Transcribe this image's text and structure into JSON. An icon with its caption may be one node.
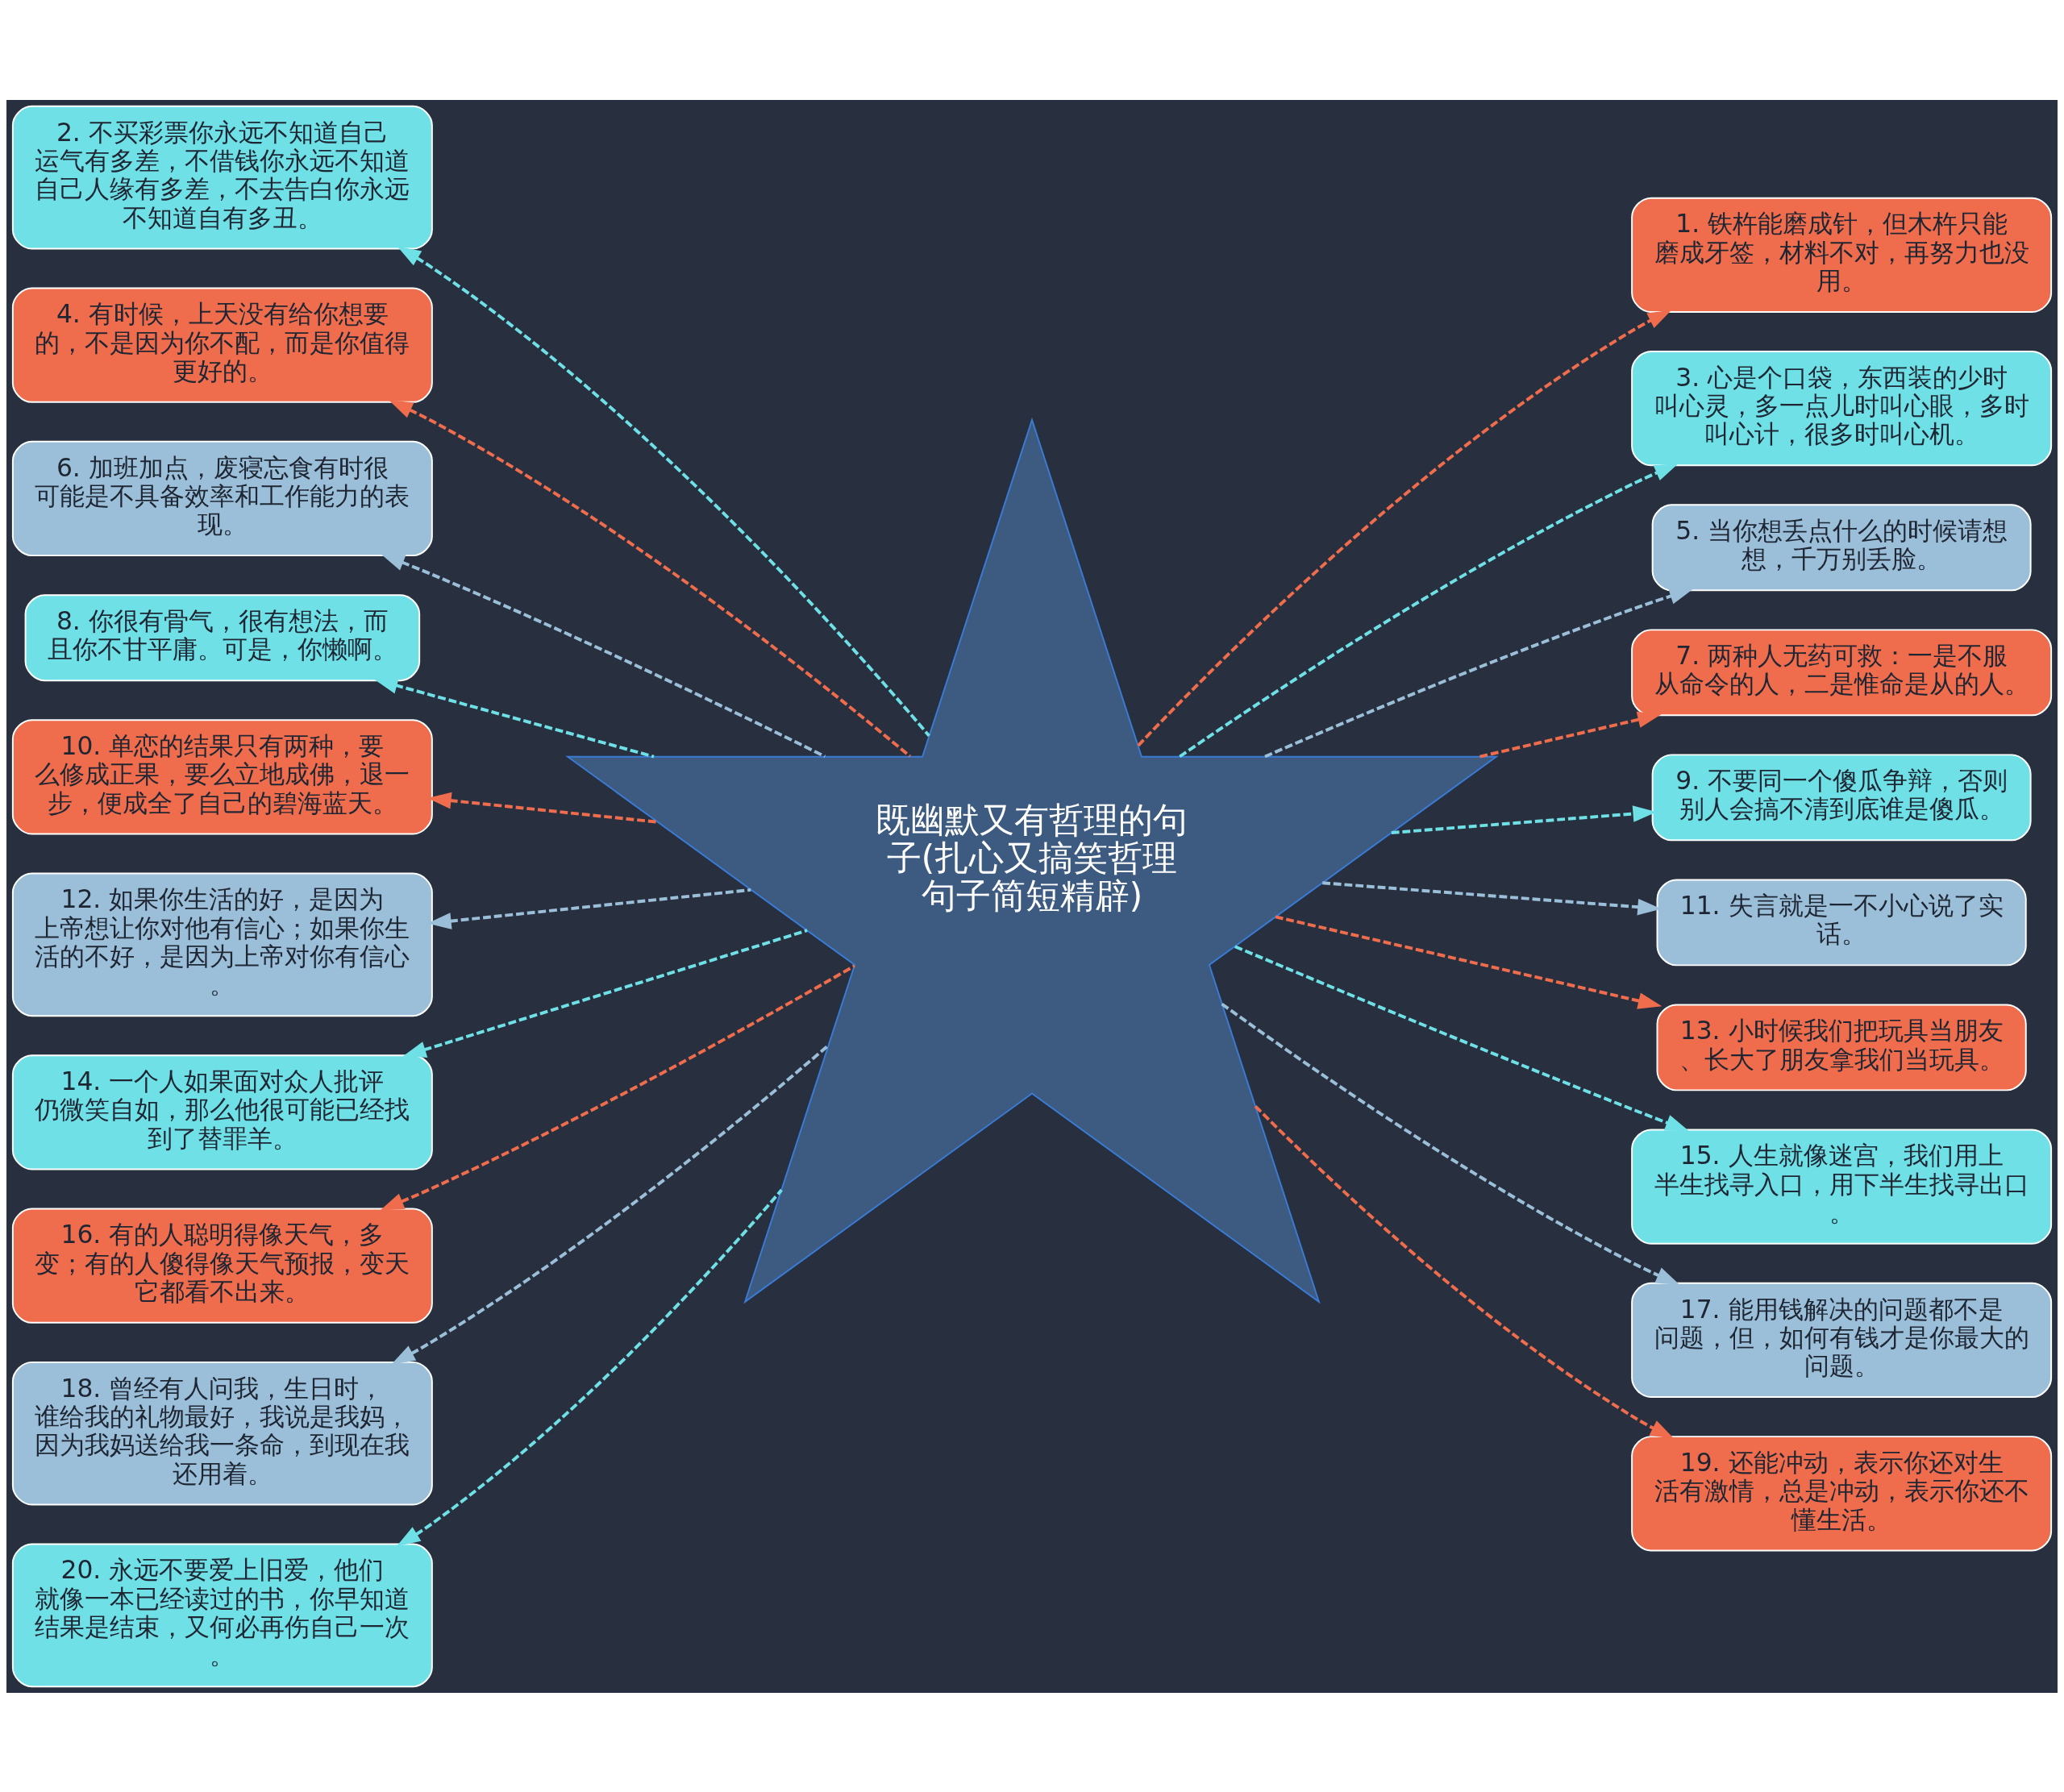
{
  "diagram": {
    "nodes": [
      {
        "text": [
          "既幽默又有哲理的句子(扎心又搞笑哲理句子简短精辟)"
        ]
      },
      {
        "text": [
          "2. 不买彩票你永远不知道自己运气有多差，不借钱你永远不知道自己人缘有多差，不去告白你永远不知道自有多丑。"
        ]
      },
      {
        "text": [
          "4. 有时候，上天没有给你想要的，不是因为你不配，而是你值得更好的。"
        ]
      },
      {
        "text": [
          "6. 加班加点，废寝忘食有时很可能是不具备效率和工作能力的表现。"
        ]
      },
      {
        "text": [
          "8. 你很有骨气，很有想法，而且你不甘平庸。可是，你懒啊。"
        ]
      },
      {
        "text": [
          "10. 单恋的结果只有两种，要么修成正果，要么立地成佛，退一步，便成全了自己的碧海蓝天。"
        ]
      },
      {
        "text": [
          "12. 如果你生活的好，是因为上帝想让你对他有信心；如果你生活的不好，是因为上帝对你有信心。"
        ]
      },
      {
        "text": [
          "14. 一个人如果面对众人批评仍微笑自如，那么他很可能已经找到了替罪羊。"
        ]
      },
      {
        "text": [
          "16. 有的人聪明得像天气，多变；有的人傻得像天气预报，变天它都看不出来。"
        ]
      },
      {
        "text": [
          "18. 曾经有人问我，生日时，谁给我的礼物最好，我说是我妈，因为我妈送给我一条命，到现在我还用着。"
        ]
      },
      {
        "text": [
          "20. 永远不要爱上旧爱，他们就像一本已经读过的书，你早知道结果是结束，又何必再伤自己一次。"
        ]
      },
      {
        "text": [
          "1. 铁杵能磨成针，但木杵只能磨成牙签，材料不对，再努力也没用。"
        ]
      },
      {
        "text": [
          "3. 心是个口袋，东西装的少时叫心灵，多一点儿时叫心眼，多时叫心计，很多时叫心机。"
        ]
      },
      {
        "text": [
          "5. 当你想丢点什么的时候请想想，千万别丢脸。"
        ]
      },
      {
        "text": [
          "7. 两种人无药可救：一是不服从命令的人，二是惟命是从的人。"
        ]
      },
      {
        "text": [
          "9. 不要同一个傻瓜争辩，否则别人会搞不清到底谁是傻瓜。"
        ]
      },
      {
        "text": [
          "11. 失言就是一不小心说了实话。"
        ]
      },
      {
        "text": [
          "13. 小时候我们把玩具当朋友、长大了朋友拿我们当玩具。"
        ]
      },
      {
        "text": [
          "15. 人生就像迷宫，我们用上半生找寻入口，用下半生找寻出口。"
        ]
      },
      {
        "text": [
          "17. 能用钱解决的问题都不是问题，但，如何有钱才是你最大的问题。"
        ]
      },
      {
        "text": [
          "19. 还能冲动，表示你还对生活有激情，总是冲动，表示你还不懂生活。"
        ]
      }
    ],
    "edges": [
      {
        "from": 0,
        "to": 1,
        "arrow": "to",
        "style": "dashed",
        "color": "#6ee0e6"
      },
      {
        "from": 0,
        "to": 2,
        "arrow": "to",
        "style": "dashed",
        "color": "#ef6c4d"
      },
      {
        "from": 0,
        "to": 3,
        "arrow": "to",
        "style": "dashed",
        "color": "#9bbfd8"
      },
      {
        "from": 0,
        "to": 4,
        "arrow": "to",
        "style": "dashed",
        "color": "#6ee0e6"
      },
      {
        "from": 0,
        "to": 5,
        "arrow": "to",
        "style": "dashed",
        "color": "#ef6c4d"
      },
      {
        "from": 0,
        "to": 6,
        "arrow": "to",
        "style": "dashed",
        "color": "#9bbfd8"
      },
      {
        "from": 0,
        "to": 7,
        "arrow": "to",
        "style": "dashed",
        "color": "#6ee0e6"
      },
      {
        "from": 0,
        "to": 8,
        "arrow": "to",
        "style": "dashed",
        "color": "#ef6c4d"
      },
      {
        "from": 0,
        "to": 9,
        "arrow": "to",
        "style": "dashed",
        "color": "#9bbfd8"
      },
      {
        "from": 0,
        "to": 10,
        "arrow": "to",
        "style": "dashed",
        "color": "#6ee0e6"
      },
      {
        "from": 0,
        "to": 11,
        "arrow": "to",
        "style": "dashed",
        "color": "#ef6c4d"
      },
      {
        "from": 0,
        "to": 12,
        "arrow": "to",
        "style": "dashed",
        "color": "#6ee0e6"
      },
      {
        "from": 0,
        "to": 13,
        "arrow": "to",
        "style": "dashed",
        "color": "#9bbfd8"
      },
      {
        "from": 0,
        "to": 14,
        "arrow": "to",
        "style": "dashed",
        "color": "#ef6c4d"
      },
      {
        "from": 0,
        "to": 15,
        "arrow": "to",
        "style": "dashed",
        "color": "#6ee0e6"
      },
      {
        "from": 0,
        "to": 16,
        "arrow": "to",
        "style": "dashed",
        "color": "#9bbfd8"
      },
      {
        "from": 0,
        "to": 17,
        "arrow": "to",
        "style": "dashed",
        "color": "#ef6c4d"
      },
      {
        "from": 0,
        "to": 18,
        "arrow": "to",
        "style": "dashed",
        "color": "#6ee0e6"
      },
      {
        "from": 0,
        "to": 19,
        "arrow": "to",
        "style": "dashed",
        "color": "#9bbfd8"
      },
      {
        "from": 0,
        "to": 20,
        "arrow": "to",
        "style": "dashed",
        "color": "#ef6c4d"
      }
    ]
  }
}
